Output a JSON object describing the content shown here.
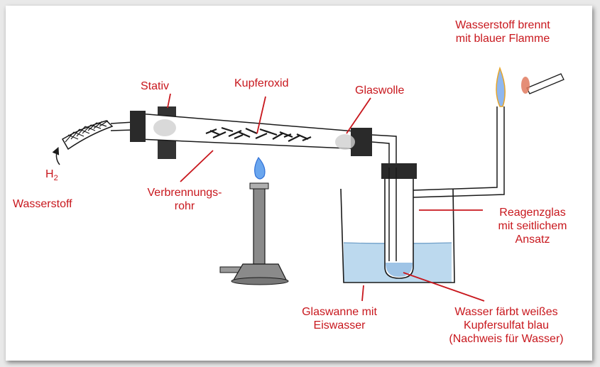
{
  "labels": {
    "h": "H",
    "h_sub": "2",
    "wasserstoff": "Wasserstoff",
    "stativ": "Stativ",
    "kupferoxid": "Kupferoxid",
    "glaswolle": "Glaswolle",
    "verbrennungsrohr": "Verbrennungs-\nrohr",
    "wasserstoff_brennt": "Wasserstoff brennt\nmit blauer Flamme",
    "reagenzglas": "Reagenzglas\nmit seitlichem\nAnsatz",
    "glaswanne": "Glaswanne mit\nEiswasser",
    "wasser_faerbt": "Wasser färbt weißes\nKupfersulfat blau\n(Nachweis für Wasser)"
  },
  "colors": {
    "label": "#c8171d",
    "ink": "#1a1a1a",
    "water": "#bcd9ee",
    "flame_blue": "#2f6fd6",
    "burner": "#8a8a8a"
  }
}
